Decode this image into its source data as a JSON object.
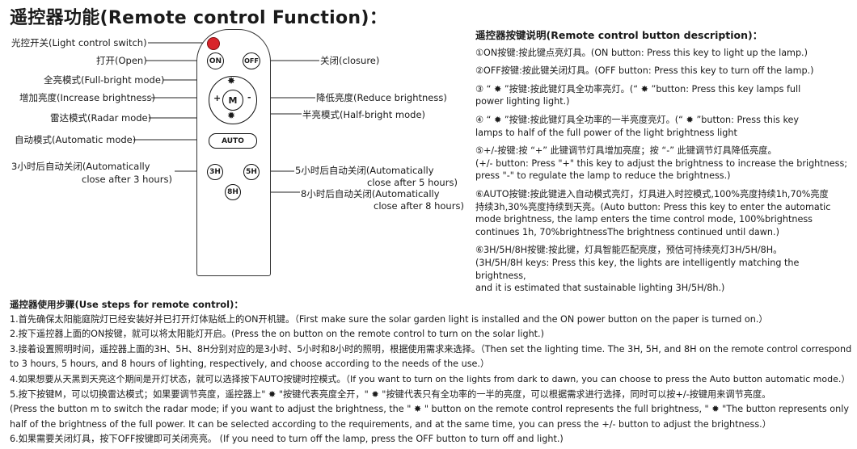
{
  "title": "遥控器功能(Remote control Function)：",
  "remote": {
    "on": "ON",
    "off": "OFF",
    "m": "M",
    "plus": "+",
    "minus": "-",
    "auto": "AUTO",
    "h3": "3H",
    "h5": "5H",
    "h8": "8H",
    "sun_full": "✸",
    "sun_half": "✹"
  },
  "labels": {
    "light_switch": "光控开关(Light control switch)",
    "on": "打开(Open)",
    "full_bright": "全亮模式(Full-bright mode)",
    "increase": "增加亮度(Increase brightness)",
    "radar": "雷达模式(Radar mode)",
    "auto": "自动模式(Automatic mode)",
    "h3_a": "3小时后自动关闭(Automatically",
    "h3_b": "close after 3 hours)",
    "off": "关闭(closure)",
    "reduce": "降低亮度(Reduce brightness)",
    "half_bright": "半亮模式(Half-bright mode)",
    "h5_a": "5小时后自动关闭(Automatically",
    "h5_b": "close after 5 hours)",
    "h8_a": "8小时后自动关闭(Automatically",
    "h8_b": "close after 8 hours)"
  },
  "description": {
    "heading": "遥控器按键说明(Remote control button description)：",
    "items": [
      [
        "①ON按键:按此键点亮灯具。(ON button: Press this key to light up the lamp.)"
      ],
      [
        "②OFF按键:按此键关闭灯具。(OFF button: Press this key to turn off the lamp.)"
      ],
      [
        "③ “ ✸ ”按键:按此键灯具全功率亮灯。(“ ✸ ”button: Press this key lamps full",
        "power lighting light.)"
      ],
      [
        "④ “ ✹ ”按键:按此键灯具全功率的一半亮度亮灯。(“ ✹ ”button: Press this key",
        "lamps to half of the full power of the light brightness light"
      ],
      [
        "⑤+/-按键:按 “+” 此键调节灯具增加亮度；按 “-” 此键调节灯具降低亮度。",
        "(+/- button: Press \"+\" this key to adjust the brightness to increase the brightness;",
        "press \"-\" to regulate the lamp to reduce the brightness.)"
      ],
      [
        "⑥AUTO按键:按此键进入自动模式亮灯，灯具进入时控模式,100%亮度持续1h,70%亮度",
        "持续3h,30%亮度持续到天亮。(Auto button: Press this key to enter the automatic",
        "mode brightness, the lamp enters the time control mode, 100%brightness",
        "continues 1h, 70%brightnessThe brightness continued until dawn.)"
      ],
      [
        "⑥3H/5H/8H按键:按此键，灯具智能匹配亮度，预估可持续亮灯3H/5H/8H。",
        "(3H/5H/8H keys: Press this key, the lights are intelligently matching the brightness,",
        " and it is estimated that sustainable lighting 3H/5H/8h.)"
      ]
    ]
  },
  "steps": {
    "heading": "遥控器使用步骤(Use steps for remote control)：",
    "lines": [
      "1.首先确保太阳能庭院灯已经安装好并已打开灯体贴纸上的ON开机键。（First make sure the solar garden light is installed and the ON power button on the paper is turned on.）",
      "2.按下遥控器上面的ON按键，就可以将太阳能灯开启。(Press the on button on the remote control to turn on the solar light.)",
      "3.接着设置照明时间，遥控器上面的3H、5H、8H分别对应的是3小时、5小时和8小时的照明，根据使用需求来选择。（Then set the lighting time. The 3H, 5H, and 8H on the remote control correspond",
      " to 3 hours, 5 hours, and 8 hours of lighting, respectively, and choose according to the needs of the use.）",
      "4.如果想要从天黑到天亮这个期间是开灯状态，就可以选择按下AUTO按键时控模式。（If you want to turn on the lights from dark to dawn, you can choose to press the Auto button automatic mode.）",
      "5.按下按键M，可以切换雷达模式；如果要调节亮度，遥控器上\" ✸ \"按键代表亮度全开，\" ✹ \"按键代表只有全功率的一半的亮度，可以根据需求进行选择，同时可以按+/-按键用来调节亮度。",
      "(Press the button m to switch the radar mode; if you want to adjust the brightness, the \" ✸ \" button on the remote control represents the full brightness, \" ✹ \"The button represents only",
      "half of the brightness of the full power. It can be selected according to the requirements, and at the same time, you can press the +/- button to adjust the brightness.）",
      "6.如果需要关闭灯具，按下OFF按键即可关闭亮亮。 (If you need to turn off the lamp, press the OFF button to turn off and light.)"
    ]
  }
}
